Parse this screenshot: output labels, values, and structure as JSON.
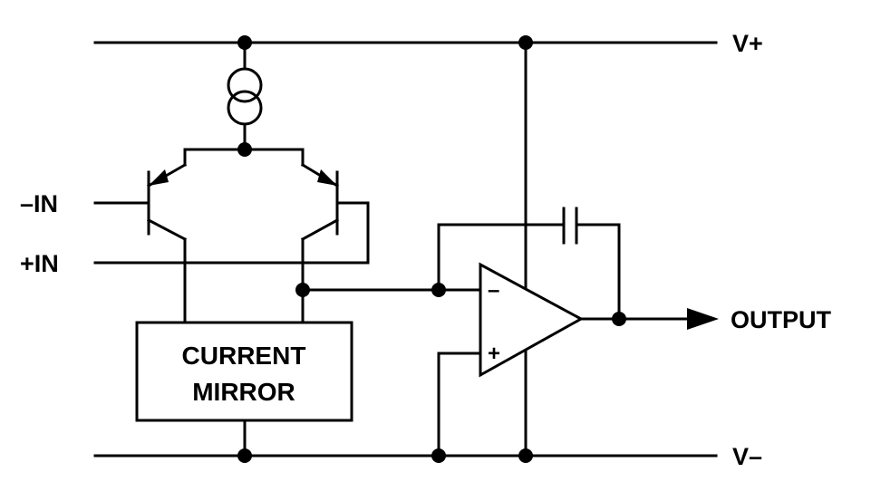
{
  "labels": {
    "v_plus": "V+",
    "v_minus": "V–",
    "neg_in": "–IN",
    "pos_in": "+IN",
    "output": "OUTPUT",
    "mirror_line1": "CURRENT",
    "mirror_line2": "MIRROR",
    "opamp_minus": "–",
    "opamp_plus": "+"
  },
  "colors": {
    "ink": "#000000",
    "background": "#ffffff"
  }
}
